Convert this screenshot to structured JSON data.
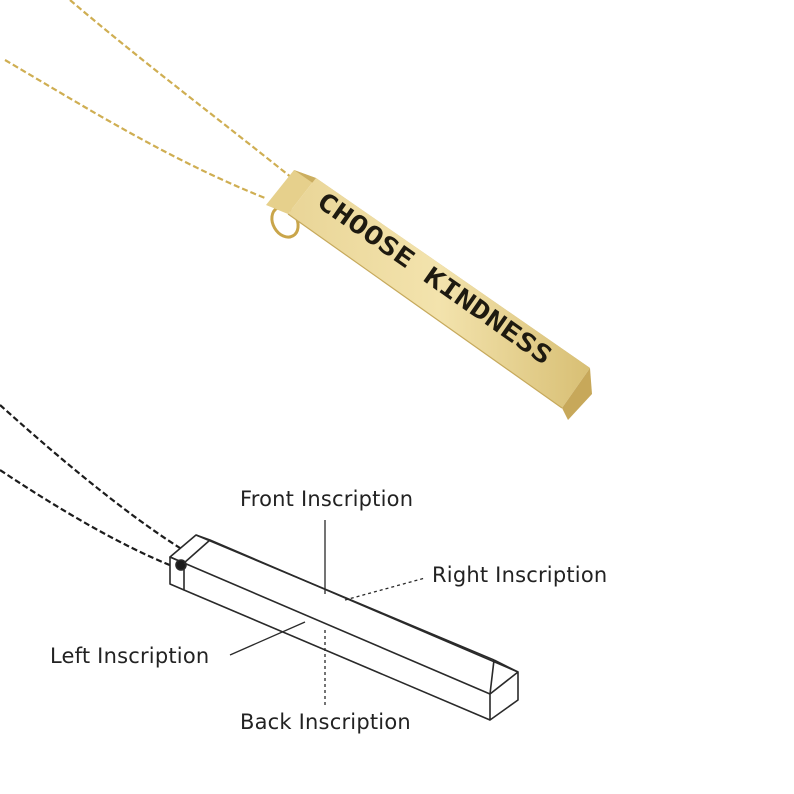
{
  "pendant": {
    "engraving": "CHOOSE KINDNESS",
    "metal_color": "#d9c07a",
    "chain_color": "#c8a84a"
  },
  "diagram": {
    "labels": {
      "front": "Front Inscription",
      "right": "Right Inscription",
      "left": "Left Inscription",
      "back": "Back Inscription"
    },
    "chain_color": "#1a1a1a"
  }
}
